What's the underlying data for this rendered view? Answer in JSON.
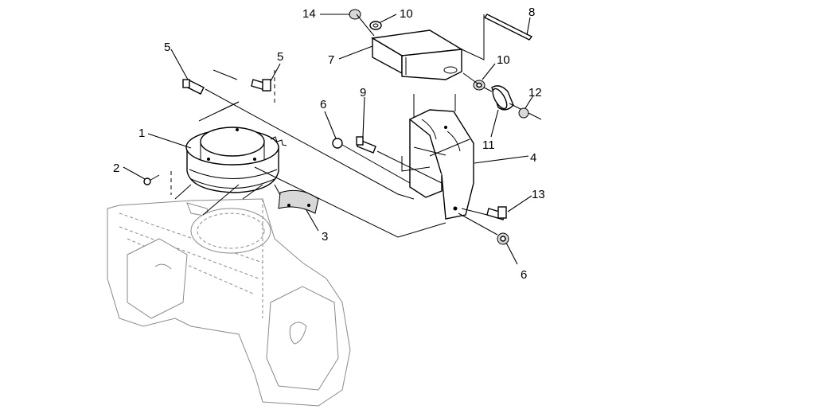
{
  "callouts": {
    "c1": "1",
    "c2": "2",
    "c3": "3",
    "c4": "4",
    "c5a": "5",
    "c5b": "5",
    "c6a": "6",
    "c6b": "6",
    "c7": "7",
    "c8": "8",
    "c9": "9",
    "c10a": "10",
    "c10b": "10",
    "c11": "11",
    "c12": "12",
    "c13": "13",
    "c14": "14"
  }
}
